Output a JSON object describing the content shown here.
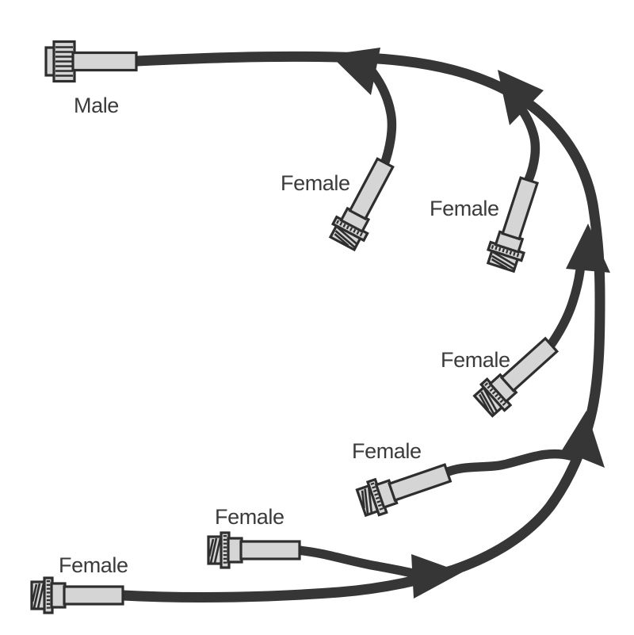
{
  "diagram": {
    "description_kind": "cable-daisy-chain-diagram",
    "background_color": "#ffffff",
    "colors": {
      "cable": "#363636",
      "connector_outline": "#2e2e2e",
      "connector_fill": "#d5d5d5",
      "label_text": "#3b3b3b"
    },
    "icons": {
      "flow_arrow": "triangle-direction-arrow"
    },
    "arrow_count": 5,
    "connectors": [
      {
        "id": "male",
        "type": "male",
        "label": "Male"
      },
      {
        "id": "female-1",
        "type": "female",
        "label": "Female"
      },
      {
        "id": "female-2",
        "type": "female",
        "label": "Female"
      },
      {
        "id": "female-3",
        "type": "female",
        "label": "Female"
      },
      {
        "id": "female-4",
        "type": "female",
        "label": "Female"
      },
      {
        "id": "female-5",
        "type": "female",
        "label": "Female"
      },
      {
        "id": "female-6",
        "type": "female",
        "label": "Female"
      }
    ]
  }
}
